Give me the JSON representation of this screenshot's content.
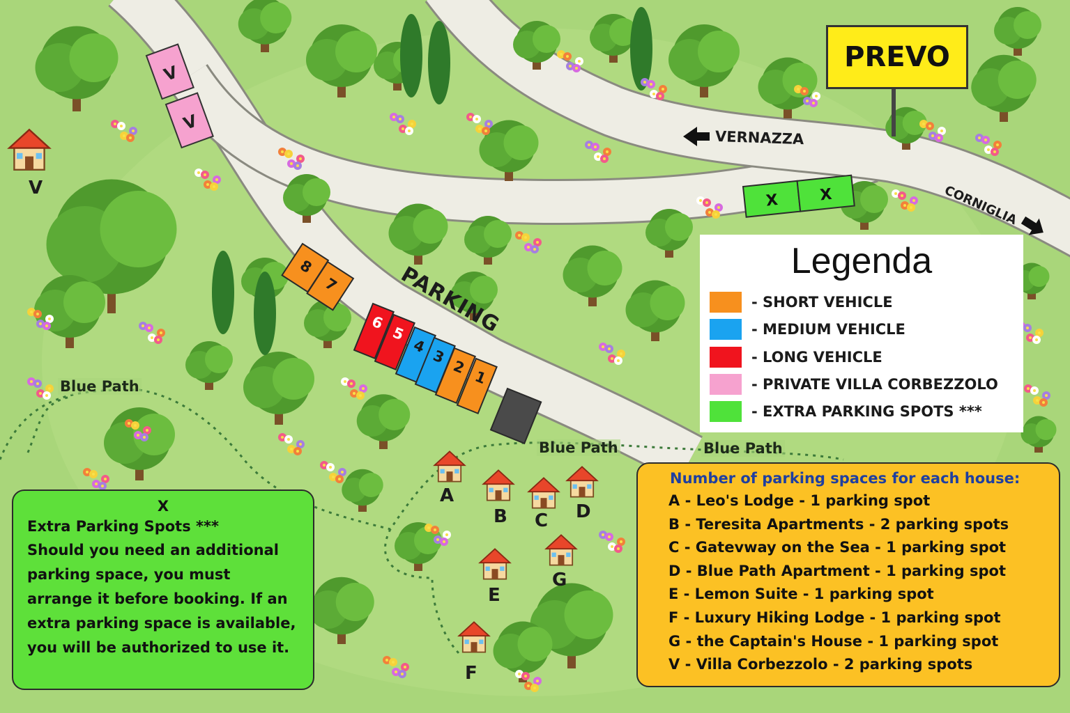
{
  "colors": {
    "grass": "#a9d67a",
    "road": "#eeede4",
    "short_vehicle": "#f7901e",
    "medium_vehicle": "#1aa3f0",
    "long_vehicle": "#f0141e",
    "private_villa": "#f6a2cf",
    "extra_spots": "#4fe23a",
    "blocked_spot": "#4a4a4a",
    "sign_yellow": "#ffec19",
    "info_box_yellow": "#fcc124",
    "info_box_green": "#5ee03a",
    "heading_blue": "#1f3fa0"
  },
  "sign": {
    "title": "PREVO"
  },
  "roads": {
    "vernazza": "VERNAZZA",
    "corniglia": "CORNIGLIA",
    "parking": "PARKING"
  },
  "paths": {
    "blue_path_left": "Blue Path",
    "blue_path_center": "Blue Path",
    "blue_path_right": "Blue Path"
  },
  "parking_spots": [
    {
      "label": "8",
      "type": "short"
    },
    {
      "label": "7",
      "type": "short"
    },
    {
      "label": "6",
      "type": "long"
    },
    {
      "label": "5",
      "type": "long"
    },
    {
      "label": "4",
      "type": "medium"
    },
    {
      "label": "3",
      "type": "medium"
    },
    {
      "label": "2",
      "type": "short"
    },
    {
      "label": "1",
      "type": "short"
    },
    {
      "label": "",
      "type": "blocked"
    }
  ],
  "villa_spots": [
    {
      "label": "V"
    },
    {
      "label": "V"
    }
  ],
  "extra_spots": [
    {
      "label": "X"
    },
    {
      "label": "X"
    }
  ],
  "houses": [
    {
      "label": "V",
      "icon": "villa-house-icon"
    },
    {
      "label": "A",
      "icon": "house-icon"
    },
    {
      "label": "B",
      "icon": "house-icon"
    },
    {
      "label": "C",
      "icon": "house-icon"
    },
    {
      "label": "D",
      "icon": "house-icon"
    },
    {
      "label": "E",
      "icon": "house-icon"
    },
    {
      "label": "F",
      "icon": "house-icon"
    },
    {
      "label": "G",
      "icon": "house-icon"
    }
  ],
  "legend": {
    "title": "Legenda",
    "items": [
      {
        "label": "- SHORT VEHICLE",
        "color": "#f7901e"
      },
      {
        "label": "- MEDIUM VEHICLE",
        "color": "#1aa3f0"
      },
      {
        "label": "- LONG VEHICLE",
        "color": "#f0141e"
      },
      {
        "label": "- PRIVATE VILLA CORBEZZOLO",
        "color": "#f6a2cf"
      },
      {
        "label": "- EXTRA PARKING SPOTS ***",
        "color": "#4fe23a"
      }
    ]
  },
  "extra_box": {
    "title": "X",
    "heading": "Extra Parking Spots ***",
    "body": "Should you need an additional parking space, you must arrange it before booking. If an extra parking space is available, you will be authorized to use it."
  },
  "spaces_box": {
    "heading": "Number of parking spaces for each house:",
    "items": [
      "A - Leo's Lodge - 1 parking spot",
      "B - Teresita Apartments - 2 parking spots",
      "C - Gatevway on the Sea - 1 parking spot",
      "D - Blue Path Apartment - 1 parking spot",
      "E - Lemon Suite - 1 parking spot",
      "F - Luxury Hiking Lodge - 1 parking spot",
      "G - the Captain's House - 1 parking spot",
      "V - Villa Corbezzolo - 2 parking spots"
    ]
  }
}
